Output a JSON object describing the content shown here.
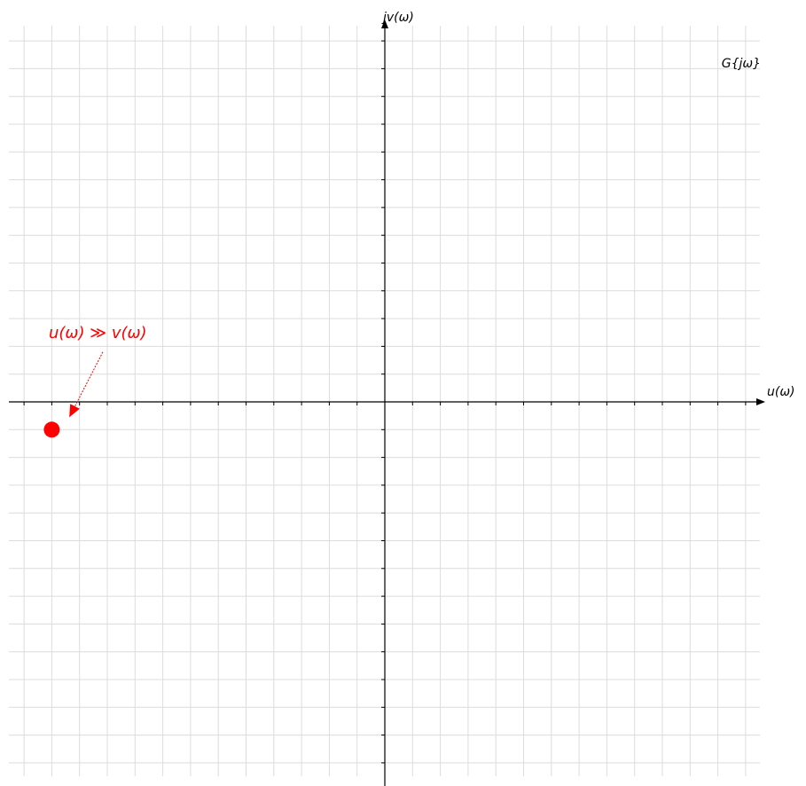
{
  "chart_data": {
    "type": "scatter",
    "title": "",
    "xlabel": "u(ω)",
    "ylabel": "jv(ω)",
    "corner_label": "G{jω}",
    "xlim": [
      -13.5,
      13.5
    ],
    "ylim": [
      -13.5,
      13.5
    ],
    "grid": true,
    "points": [
      {
        "x": -12,
        "y": -1,
        "color": "#ff0000"
      }
    ],
    "annotations": [
      {
        "text": "u(ω) ≫ v(ω)",
        "text_x": -10,
        "text_y": 2.5,
        "arrow_to_x": -11.5,
        "arrow_to_y": -0.5,
        "color": "#ff0000"
      }
    ]
  }
}
